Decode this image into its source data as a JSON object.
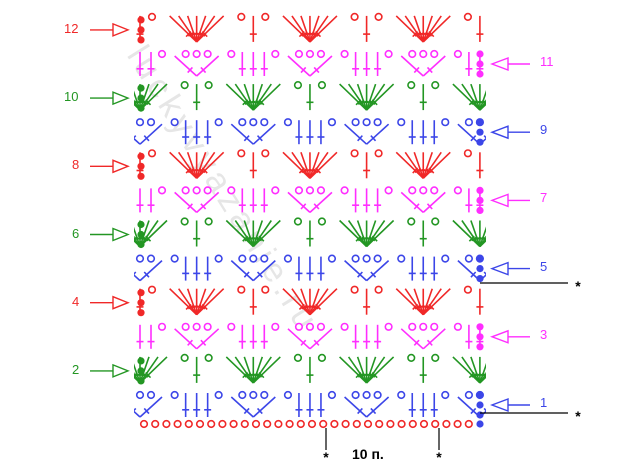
{
  "title": "Crochet stitch chart",
  "colors": {
    "red": "#f02828",
    "green": "#239623",
    "magenta": "#ff2eff",
    "blue": "#3c46e8",
    "black": "#000000"
  },
  "watermark": "luckyvyazanie.ru",
  "rows": [
    {
      "number": "1",
      "color": "blue",
      "side": "right"
    },
    {
      "number": "2",
      "color": "green",
      "side": "left"
    },
    {
      "number": "3",
      "color": "magenta",
      "side": "right"
    },
    {
      "number": "4",
      "color": "red",
      "side": "left"
    },
    {
      "number": "5",
      "color": "blue",
      "side": "right"
    },
    {
      "number": "6",
      "color": "green",
      "side": "left"
    },
    {
      "number": "7",
      "color": "magenta",
      "side": "right"
    },
    {
      "number": "8",
      "color": "red",
      "side": "left"
    },
    {
      "number": "9",
      "color": "blue",
      "side": "right"
    },
    {
      "number": "10",
      "color": "green",
      "side": "left"
    },
    {
      "number": "11",
      "color": "magenta",
      "side": "right"
    },
    {
      "number": "12",
      "color": "red",
      "side": "left"
    }
  ],
  "repeat": {
    "label": "10 п.",
    "marker": "*"
  },
  "foundation_chains": 30
}
